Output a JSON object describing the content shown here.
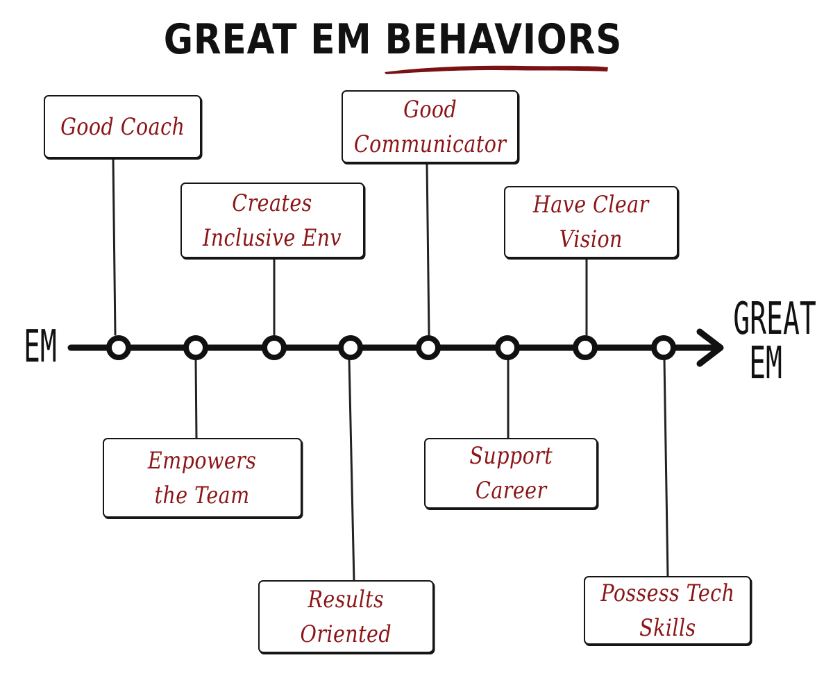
{
  "title": {
    "part1": "GREAT EM",
    "part2": "BEHAVIORS",
    "underline_color": "#7a1214"
  },
  "timeline": {
    "start_label": "EM",
    "end_label_line1": "GREAT",
    "end_label_line2": "EM",
    "stroke_color": "#111111"
  },
  "behaviors": [
    {
      "line1": "Good Coach",
      "line2": ""
    },
    {
      "line1": "Empowers",
      "line2": "the Team"
    },
    {
      "line1": "Creates",
      "line2": "Inclusive Env"
    },
    {
      "line1": "Results",
      "line2": "Oriented"
    },
    {
      "line1": "Good",
      "line2": "Communicator"
    },
    {
      "line1": "Support",
      "line2": "Career"
    },
    {
      "line1": "Have Clear",
      "line2": "Vision"
    },
    {
      "line1": "Possess Tech",
      "line2": "Skills"
    }
  ],
  "text_color": "#8b1416"
}
